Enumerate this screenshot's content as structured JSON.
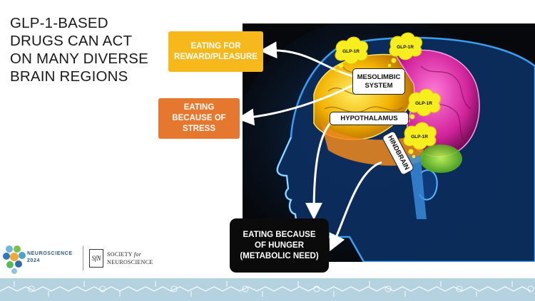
{
  "title": {
    "lines": [
      "GLP-1-BASED",
      "DRUGS CAN ACT",
      "ON MANY DIVERSE",
      "BRAIN REGIONS"
    ]
  },
  "outcomes": {
    "reward": [
      "EATING FOR",
      "REWARD/PLEASURE"
    ],
    "stress": [
      "EATING",
      "BECAUSE OF",
      "STRESS"
    ],
    "hunger": [
      "EATING BECAUSE",
      "OF HUNGER",
      "(METABOLIC NEED)"
    ]
  },
  "regions": {
    "mesolimbic": [
      "MESOLIMBIC",
      "SYSTEM"
    ],
    "hypothalamus": "HYPOTHALAMUS",
    "hindbrain": "HINDBRAIN"
  },
  "receptor_label": "GLP-1R",
  "logos": {
    "conference": [
      "NEUROSCIENCE",
      "2024"
    ],
    "society_mark": "SfN",
    "society_name": [
      "SOCIETY",
      "for",
      "NEUROSCIENCE"
    ]
  },
  "colors": {
    "reward_box": "#f6b81a",
    "stress_box": "#e6772f",
    "hunger_box": "#0b0b0b",
    "receptor_cloud": "#f6ee1f",
    "footer_band": "#b4d2df"
  }
}
